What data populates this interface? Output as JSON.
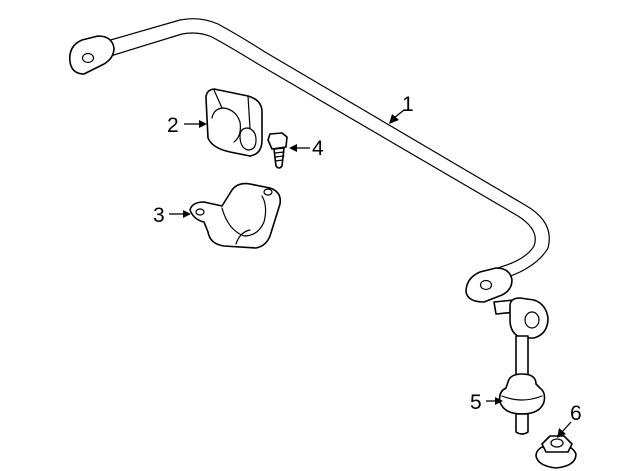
{
  "callouts": [
    {
      "id": "1",
      "label": "1"
    },
    {
      "id": "2",
      "label": "2"
    },
    {
      "id": "3",
      "label": "3"
    },
    {
      "id": "4",
      "label": "4"
    },
    {
      "id": "5",
      "label": "5"
    },
    {
      "id": "6",
      "label": "6"
    }
  ],
  "colors": {
    "line": "#000000",
    "fill": "#ffffff",
    "background": "#ffffff"
  }
}
